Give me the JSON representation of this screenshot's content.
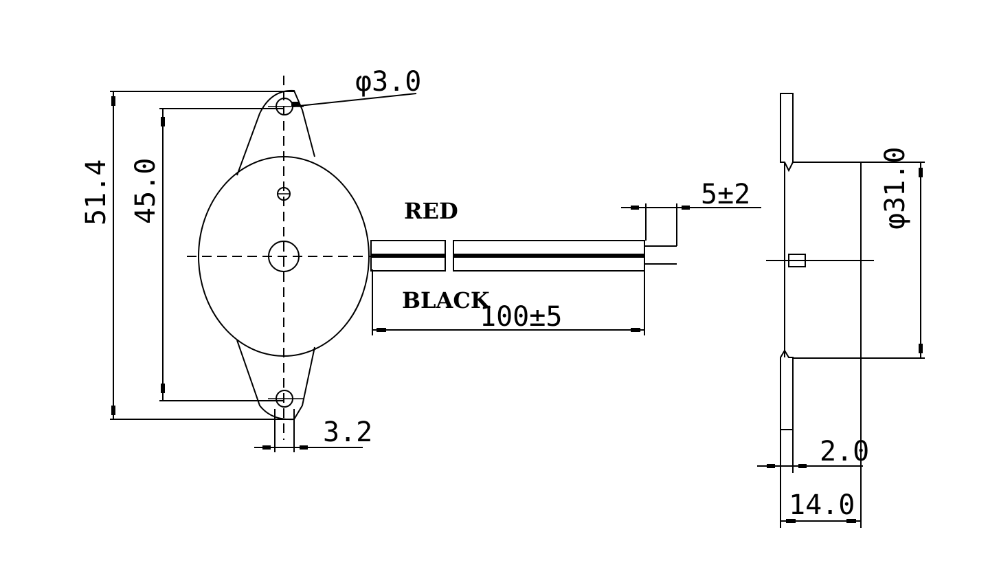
{
  "drawing": {
    "labels": {
      "hole_diameter": "φ3.0",
      "overall_height": "51.4",
      "mounting_pitch": "45.0",
      "tab_width": "3.2",
      "wire_red": "RED",
      "wire_black": "BLACK",
      "lead_length": "100±5",
      "strip_length": "5±2",
      "body_diameter": "φ31.0",
      "flange_thickness": "2.0",
      "overall_depth": "14.0"
    }
  }
}
